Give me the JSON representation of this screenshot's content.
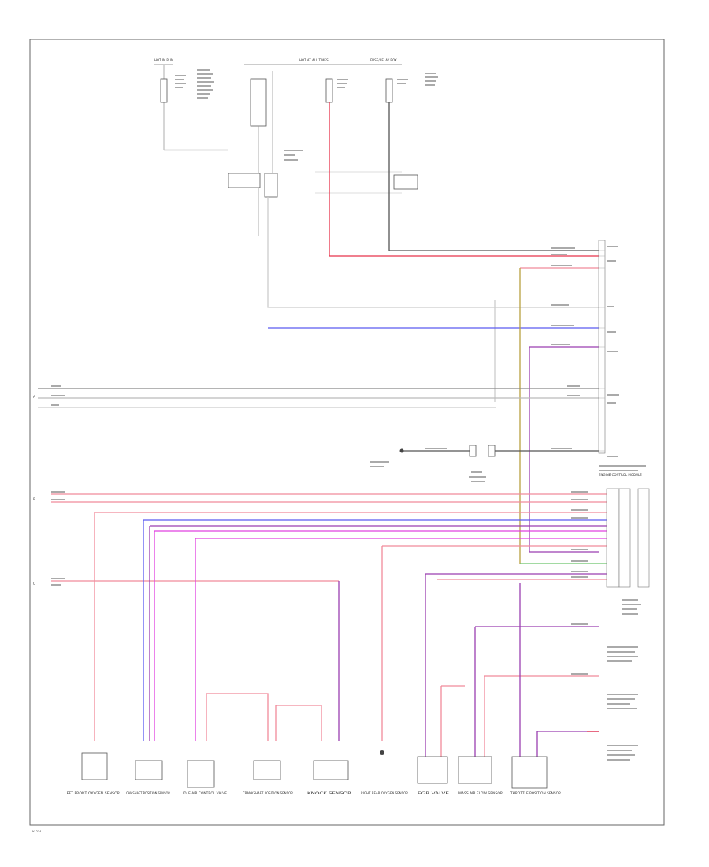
{
  "diagram": {
    "footer_code": "W1234",
    "colors": {
      "pink": "#f08a9a",
      "red": "#e8334a",
      "blue": "#5b5bf0",
      "purple": "#9a3fb0",
      "magenta": "#e040e0",
      "grey": "#aaaaaa",
      "black": "#444444",
      "olive": "#b8a040",
      "green": "#6ac46a"
    },
    "top_labels": {
      "hot_run": "HOT IN RUN",
      "hot_all": "HOT AT ALL TIMES",
      "fuse_relay_box": "FUSE/RELAY BOX"
    },
    "left_labels": [
      "A",
      "B",
      "C"
    ],
    "module_label": "ENGINE CONTROL MODULE",
    "sensors": [
      {
        "id": "s1",
        "label": "LEFT FRONT OXYGEN SENSOR"
      },
      {
        "id": "s2",
        "label": "CAMSHAFT POSITION SENSOR"
      },
      {
        "id": "s3",
        "label": "IDLE AIR CONTROL VALVE"
      },
      {
        "id": "s4",
        "label": "CRANKSHAFT POSITION SENSOR"
      },
      {
        "id": "s5",
        "label": "KNOCK SENSOR"
      },
      {
        "id": "s6",
        "label": "RIGHT REAR OXYGEN SENSOR"
      },
      {
        "id": "s7",
        "label": "EGR VALVE"
      },
      {
        "id": "s8",
        "label": "MASS AIR FLOW SENSOR"
      },
      {
        "id": "s9",
        "label": "THROTTLE POSITION SENSOR"
      }
    ]
  }
}
